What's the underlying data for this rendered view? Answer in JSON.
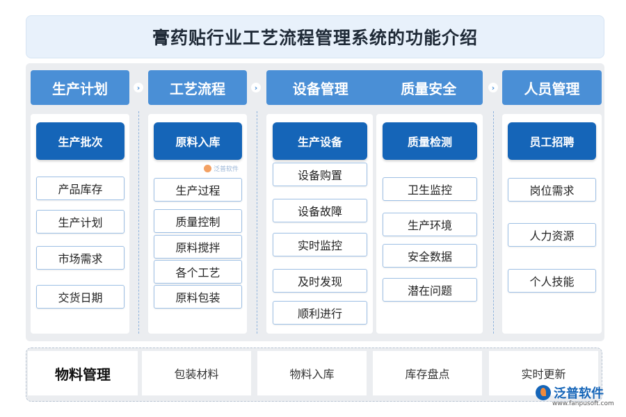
{
  "title": "膏药贴行业工艺流程管理系统的功能介绍",
  "headers": {
    "h1": "生产计划",
    "h2": "工艺流程",
    "h3a": "设备管理",
    "h3b": "质量安全",
    "h4": "人员管理"
  },
  "arrow_glyph": "›",
  "columns": {
    "c1": {
      "head": "生产批次",
      "items": [
        "产品库存",
        "生产计划",
        "市场需求",
        "交货日期"
      ]
    },
    "c2": {
      "head": "原料入库",
      "items": [
        "生产过程",
        "质量控制",
        "原料搅拌",
        "各个工艺",
        "原料包装"
      ]
    },
    "c3": {
      "head": "生产设备",
      "items": [
        "设备购置",
        "设备故障",
        "实时监控",
        "及时发现",
        "顺利进行"
      ]
    },
    "c4": {
      "head": "质量检测",
      "items": [
        "卫生监控",
        "生产环境",
        "安全数据",
        "潜在问题"
      ]
    },
    "c5": {
      "head": "员工招聘",
      "items": [
        "岗位需求",
        "人力资源",
        "个人技能"
      ]
    }
  },
  "watermark": "泛普软件",
  "bottom": [
    "物料管理",
    "包装材料",
    "物料入库",
    "库存盘点",
    "实时更新"
  ],
  "logo": {
    "name": "泛普软件",
    "url": "www.fanpusoft.com"
  },
  "colors": {
    "header_blue": "#4a8fd6",
    "dark_blue": "#1565b8",
    "accent_orange": "#f08a3c"
  }
}
